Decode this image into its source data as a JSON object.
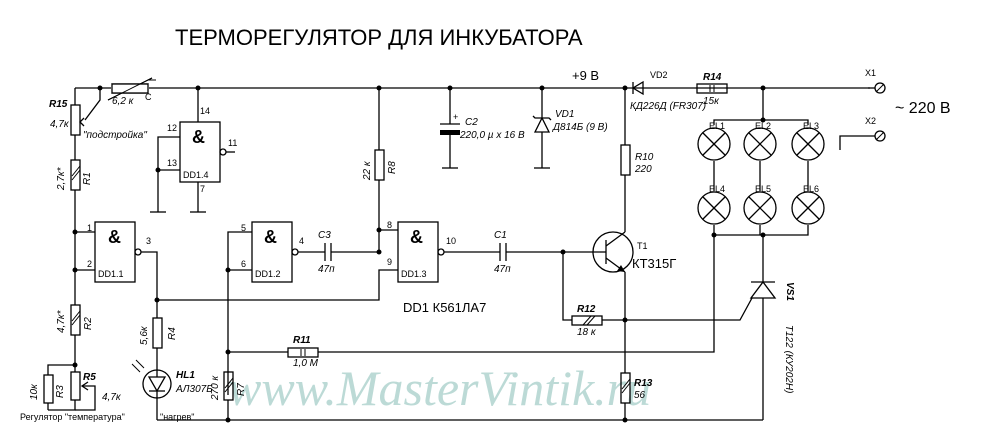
{
  "title": "ТЕРМОРЕГУЛЯТОР ДЛЯ ИНКУБАТОРА",
  "watermark": "www.MasterVintik.ru",
  "supply": "+9 В",
  "mains": "~ 220 В",
  "chip": "DD1 К561ЛА7",
  "gate_symbol": "&",
  "labels": {
    "r15": "R15",
    "r15_val": "4,7к",
    "r15_note": "\"подстройка\"",
    "thermistor": "6,2 к",
    "thermistor_c": "С",
    "r1": "R1",
    "r1_val": "2,7к*",
    "r2": "R2",
    "r2_val": "4,7к*",
    "r3": "R3",
    "r3_val": "10к",
    "r5": "R5",
    "r5_val": "4,7к",
    "r4": "R4",
    "r4_val": "5,6к",
    "r7": "R7",
    "r7_val": "270 к",
    "r8": "R8",
    "r8_val": "22 к",
    "r10": "R10",
    "r10_val": "220",
    "r11": "R11",
    "r11_val": "1,0 М",
    "r12": "R12",
    "r12_val": "18 к",
    "r13": "R13",
    "r13_val": "56",
    "r14": "R14",
    "r14_val": "15к",
    "c1": "C1",
    "c1_val": "47п",
    "c2": "C2",
    "c2_val": "220,0 µ х 16 В",
    "c3": "C3",
    "c3_val": "47п",
    "vd1": "VD1",
    "vd1_val": "Д814Б (9 В)",
    "vd2": "VD2",
    "vd2_val": "КД226Д (FR307)",
    "t1": "Т1",
    "t1_val": "КТ315Г",
    "vs1": "VS1",
    "vs1_val": "Т122 (КУ202Н)",
    "hl1": "HL1",
    "hl1_val": "АЛ307Б",
    "x1": "X1",
    "x2": "X2",
    "dd11": "DD1.1",
    "dd12": "DD1.2",
    "dd13": "DD1.3",
    "dd14": "DD1.4",
    "el1": "EL1",
    "el2": "EL2",
    "el3": "EL3",
    "el4": "EL4",
    "el5": "EL5",
    "el6": "EL6",
    "reg_temp": "Регулятор \"температура\"",
    "heat": "\"нагрев\"",
    "plus": "+"
  },
  "pins": {
    "p1": "1",
    "p2": "2",
    "p3": "3",
    "p4": "4",
    "p5": "5",
    "p6": "6",
    "p7": "7",
    "p8": "8",
    "p9": "9",
    "p10": "10",
    "p11": "11",
    "p12": "12",
    "p13": "13",
    "p14": "14"
  }
}
